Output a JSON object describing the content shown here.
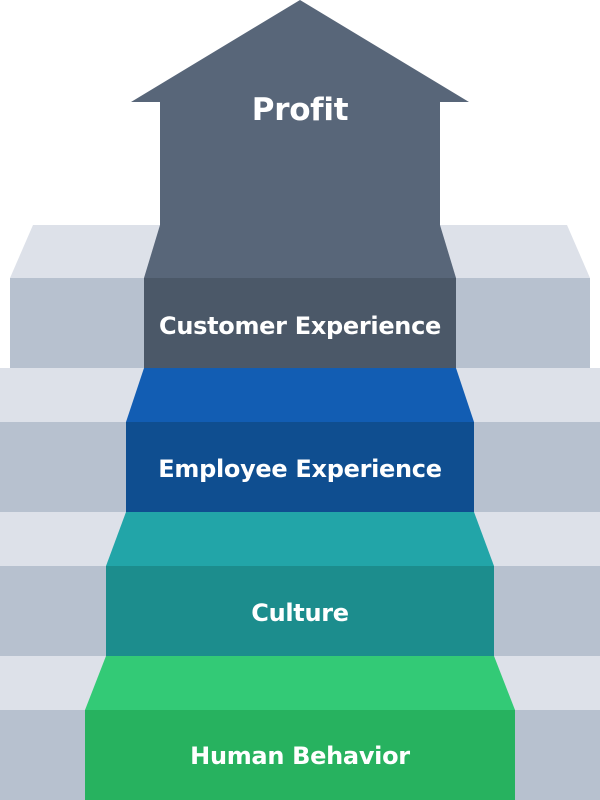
{
  "diagram": {
    "steps": [
      {
        "id": "hb",
        "label": "Human Behavior",
        "top_color": "#33CA76",
        "front_color": "#27B25F"
      },
      {
        "id": "culture",
        "label": "Culture",
        "top_color": "#22A5A8",
        "front_color": "#1C8D8D"
      },
      {
        "id": "ex",
        "label": "Employee Experience",
        "top_color": "#125DB3",
        "front_color": "#0F4E90"
      },
      {
        "id": "cx",
        "label": "Customer Experience",
        "top_color": "#586679",
        "front_color": "#4B5868"
      }
    ],
    "arrow": {
      "label": "Profit",
      "color": "#586679"
    },
    "stair_colors": {
      "tread": "#DDE1E9",
      "riser": "#B7C1CF"
    }
  }
}
